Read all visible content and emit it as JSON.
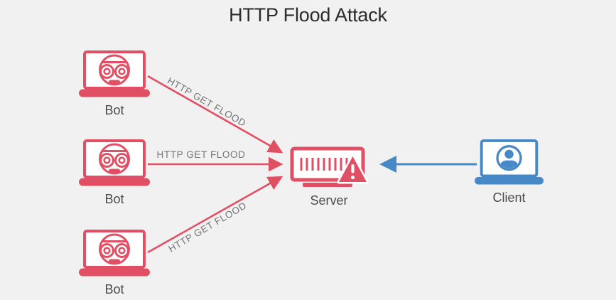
{
  "title": "HTTP Flood Attack",
  "colors": {
    "attack_red": "#e04f63",
    "client_blue": "#4788c7",
    "background": "#f1f1f2",
    "node_label": "#4a4a4a",
    "arrow_label": "#757575",
    "title": "#2b2b2b"
  },
  "nodes": {
    "bots": [
      {
        "label": "Bot",
        "icon": "bot-laptop-icon"
      },
      {
        "label": "Bot",
        "icon": "bot-laptop-icon"
      },
      {
        "label": "Bot",
        "icon": "bot-laptop-icon"
      }
    ],
    "server": {
      "label": "Server",
      "icon": "server-warning-icon"
    },
    "client": {
      "label": "Client",
      "icon": "client-laptop-icon"
    }
  },
  "arrow_labels": [
    {
      "text": "HTTP GET FLOOD"
    },
    {
      "text": "HTTP GET FLOOD"
    },
    {
      "text": "HTTP GET FLOOD"
    }
  ]
}
